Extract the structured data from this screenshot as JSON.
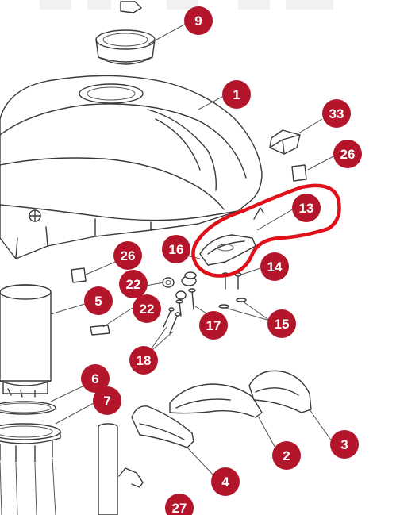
{
  "colors": {
    "badge": "#b3152a",
    "highlight": "#e0101a",
    "line": "#3a3a3a",
    "watermark": "#e6e6e6"
  },
  "callouts": [
    {
      "label": "9"
    },
    {
      "label": "1"
    },
    {
      "label": "33"
    },
    {
      "label": "26"
    },
    {
      "label": "13"
    },
    {
      "label": "16"
    },
    {
      "label": "26"
    },
    {
      "label": "14"
    },
    {
      "label": "22"
    },
    {
      "label": "5"
    },
    {
      "label": "22"
    },
    {
      "label": "17"
    },
    {
      "label": "15"
    },
    {
      "label": "18"
    },
    {
      "label": "6"
    },
    {
      "label": "7"
    },
    {
      "label": "2"
    },
    {
      "label": "3"
    },
    {
      "label": "4"
    },
    {
      "label": "27"
    }
  ],
  "highlight": {
    "target": "13"
  }
}
